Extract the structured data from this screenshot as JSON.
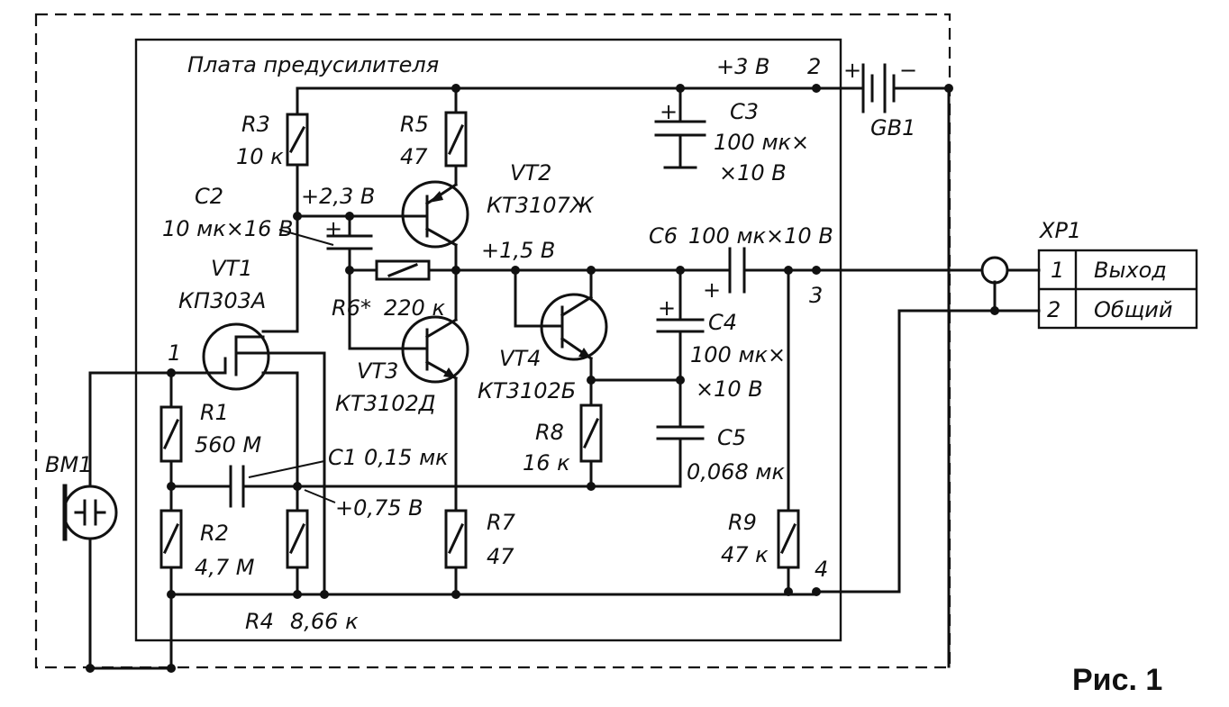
{
  "figure_caption": "Рис. 1",
  "board_title": "Плата предусилителя",
  "components": {
    "R1": {
      "ref": "R1",
      "value": "560 M"
    },
    "R2": {
      "ref": "R2",
      "value": "4,7 M"
    },
    "R3": {
      "ref": "R3",
      "value": "10 к"
    },
    "R4": {
      "ref": "R4",
      "value": "8,66 к"
    },
    "R5": {
      "ref": "R5",
      "value": "47"
    },
    "R6": {
      "ref": "R6*",
      "value": "220 к"
    },
    "R7": {
      "ref": "R7",
      "value": "47"
    },
    "R8": {
      "ref": "R8",
      "value": "16 к"
    },
    "R9": {
      "ref": "R9",
      "value": "47 к"
    },
    "C1": {
      "ref": "C1",
      "value": "0,15 мк"
    },
    "C2": {
      "ref": "C2",
      "value": "10 мк×16 В"
    },
    "C3": {
      "ref": "C3",
      "value_line1": "100 мк×",
      "value_line2": "×10 В"
    },
    "C4": {
      "ref": "C4",
      "value_line1": "100 мк×",
      "value_line2": "×10 В"
    },
    "C5": {
      "ref": "C5",
      "value": "0,068 мк"
    },
    "C6": {
      "ref": "C6",
      "value": "100 мк×10 В"
    },
    "VT1": {
      "ref": "VT1",
      "part": "КП303А"
    },
    "VT2": {
      "ref": "VT2",
      "part": "КТ3107Ж"
    },
    "VT3": {
      "ref": "VT3",
      "part": "КТ3102Д"
    },
    "VT4": {
      "ref": "VT4",
      "part": "КТ3102Б"
    },
    "BM1": {
      "ref": "BM1"
    },
    "GB1": {
      "ref": "GB1"
    },
    "XP1": {
      "ref": "XP1"
    }
  },
  "voltages": {
    "supply": "+3 В",
    "vt2_base": "+2,3 В",
    "output_node": "+1,5 В",
    "vt1_source": "+0,75 В"
  },
  "pins": {
    "p1": "1",
    "p2": "2",
    "p3": "3",
    "p4": "4"
  },
  "polarity": {
    "plus": "+",
    "minus": "−"
  },
  "connector": {
    "rows": [
      {
        "num": "1",
        "label": "Выход"
      },
      {
        "num": "2",
        "label": "Общий"
      }
    ]
  }
}
